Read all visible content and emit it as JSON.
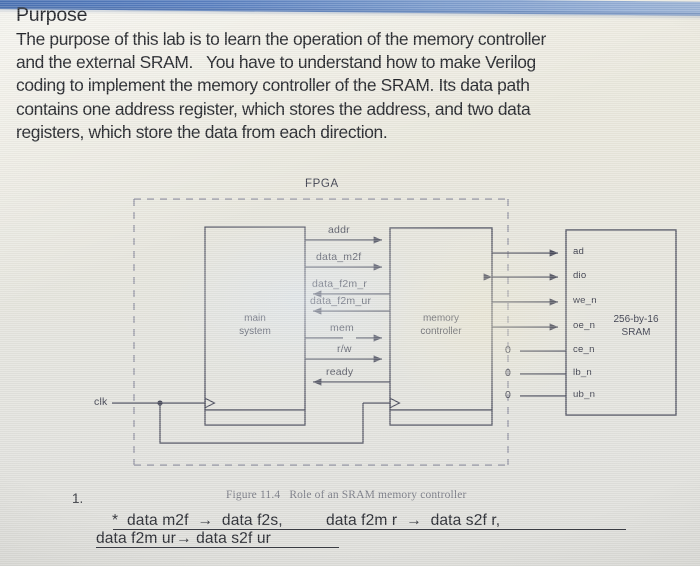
{
  "document": {
    "heading": "Purpose",
    "paragraph_lines": [
      "The purpose of this lab is to learn the operation of the memory controller",
      "and the external SRAM.   You have to understand how to make Verilog",
      "coding to implement the memory controller of the SRAM. Its data path",
      "contains one address register, which stores the address, and two data",
      "registers, which store the data from each direction."
    ]
  },
  "figure": {
    "fpga_label": "FPGA",
    "clk_label": "clk",
    "blocks": [
      {
        "id": "main-system",
        "line1": "main",
        "line2": "system"
      },
      {
        "id": "memory-controller",
        "line1": "memory",
        "line2": "controller"
      },
      {
        "id": "sram",
        "line1": "256-by-16",
        "line2": "SRAM"
      }
    ],
    "bus_signals": [
      {
        "name": "addr",
        "direction": "right"
      },
      {
        "name": "data_m2f",
        "direction": "right"
      },
      {
        "name": "data_f2m_r",
        "direction": "left"
      },
      {
        "name": "data_f2m_ur",
        "direction": "left"
      },
      {
        "name": "mem",
        "direction": "right"
      },
      {
        "name": "r/w",
        "direction": "right"
      },
      {
        "name": "ready",
        "direction": "left"
      }
    ],
    "sram_pins": [
      {
        "name": "ad",
        "direction": "in",
        "tie": null
      },
      {
        "name": "dio",
        "direction": "bidi",
        "tie": null
      },
      {
        "name": "we_n",
        "direction": "in",
        "tie": null
      },
      {
        "name": "oe_n",
        "direction": "in",
        "tie": null
      },
      {
        "name": "ce_n",
        "direction": "tied",
        "tie": "0"
      },
      {
        "name": "lb_n",
        "direction": "tied",
        "tie": "0"
      },
      {
        "name": "ub_n",
        "direction": "tied",
        "tie": "0"
      }
    ],
    "caption_number": "Figure 11.4",
    "caption_text": "Role of an SRAM memory controller"
  },
  "annotation": {
    "item_number": "1.",
    "line1": "*  data m2f  →  data f2s,",
    "line1b": "data f2m r  →  data s2f r,",
    "line2": "data f2m ur→ data s2f ur"
  },
  "colors": {
    "paper": "#e9e7dc",
    "ink": "#24262b",
    "diagram_line": "#4a4c5c",
    "caption": "#7a7c86",
    "screen_edge": "#4a72b5"
  }
}
